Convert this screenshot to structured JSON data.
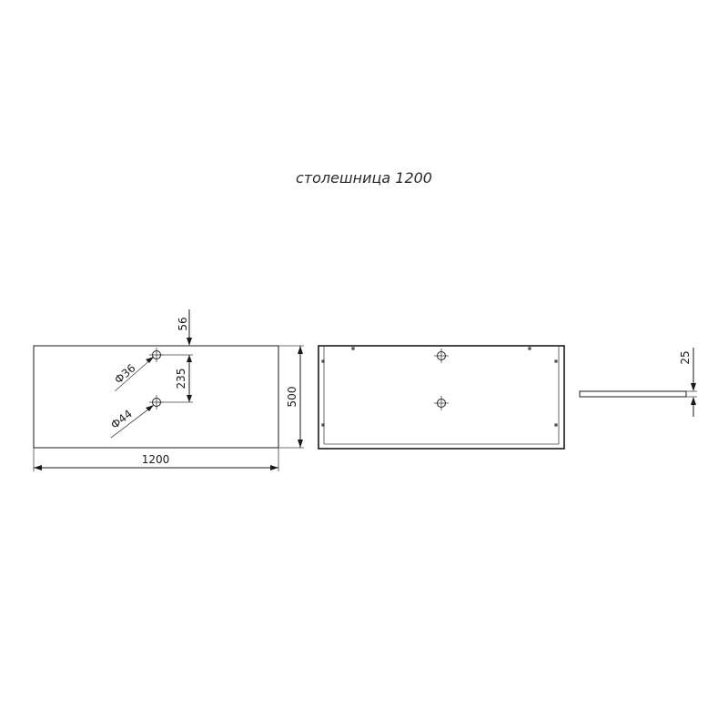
{
  "title": "столешница 1200",
  "dimensions": {
    "width": "1200",
    "depth": "500",
    "offset_top": "56",
    "hole_spacing": "235",
    "hole_small": "Ф36",
    "hole_large": "Ф44",
    "thickness": "25"
  }
}
